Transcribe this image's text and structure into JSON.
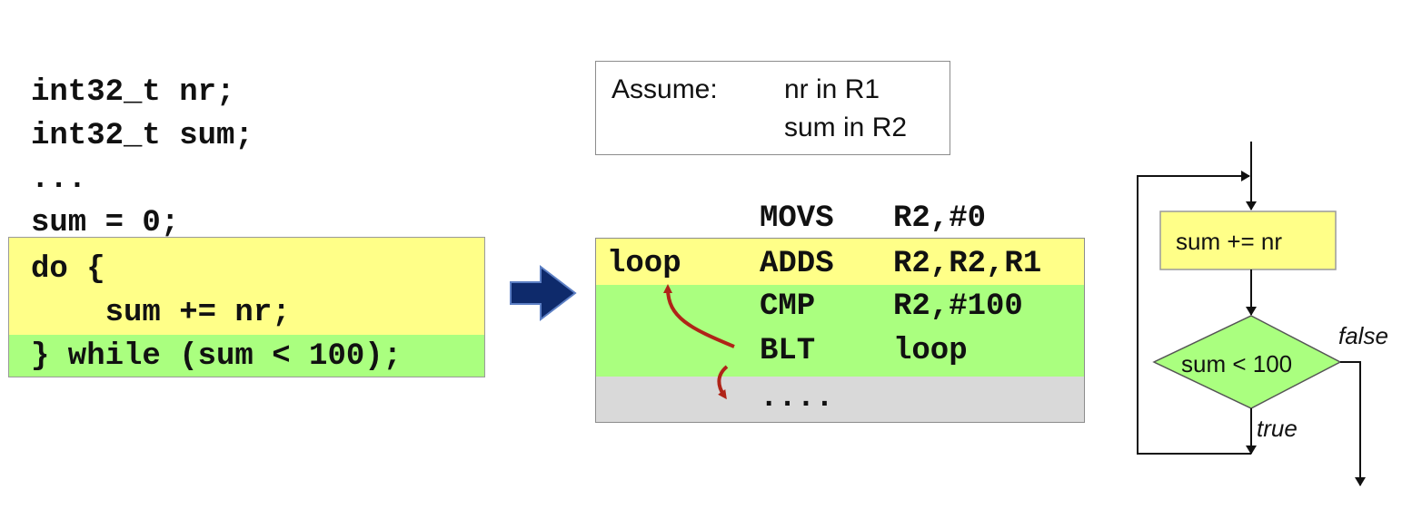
{
  "c_code": {
    "decl_nr": "int32_t nr;",
    "decl_sum": "int32_t sum;",
    "ellipsis": "...",
    "init": "sum = 0;",
    "do_open": "do {",
    "body": "    sum += nr;",
    "while_close": "} while (sum < 100);"
  },
  "assume": {
    "label": "Assume:",
    "line1": "nr in R1",
    "line2": "sum in R2"
  },
  "assembly": {
    "movs": {
      "label": "",
      "op": "MOVS",
      "args": "R2,#0"
    },
    "adds": {
      "label": "loop",
      "op": "ADDS",
      "args": "R2,R2,R1"
    },
    "cmp": {
      "label": "",
      "op": "CMP",
      "args": "R2,#100"
    },
    "blt": {
      "label": "",
      "op": "BLT",
      "args": "loop"
    },
    "ellipsis": "...."
  },
  "flowchart": {
    "process": "sum += nr",
    "decision": "sum < 100",
    "false_label": "false",
    "true_label": "true"
  },
  "colors": {
    "loop_body": "#ffff88",
    "condition": "#aaff7f",
    "after": "#d9d9d9",
    "arrow_fill": "#0e2a6b",
    "branch_arrow": "#b02418"
  }
}
